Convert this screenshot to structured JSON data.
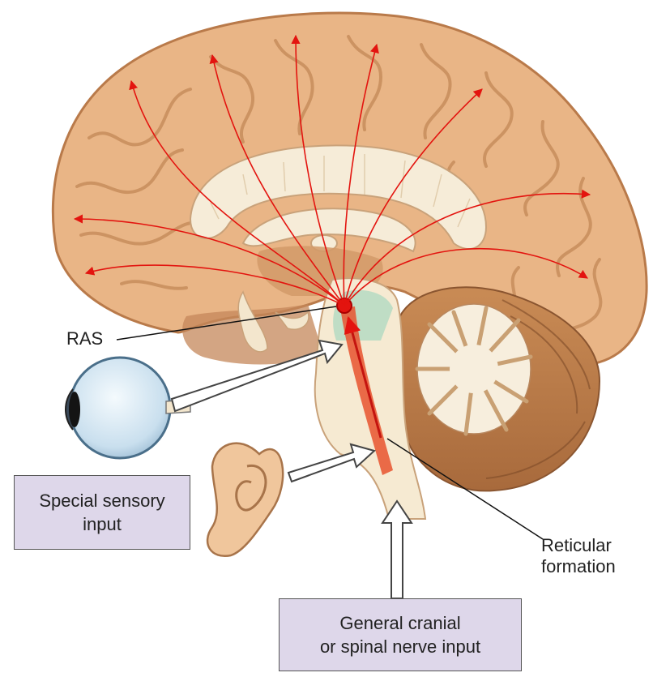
{
  "labels": {
    "ras": "RAS",
    "reticular_line1": "Reticular",
    "reticular_line2": "formation",
    "sensory_line1": "Special sensory",
    "sensory_line2": "input",
    "cranial_line1": "General cranial",
    "cranial_line2": "or spinal nerve input"
  },
  "colors": {
    "cortex": "#e9b586",
    "cortex_dark": "#b97a4a",
    "corpus_callosum": "#f6ecd8",
    "brainstem": "#f6ead2",
    "projection_arrow": "#e3140f",
    "reticular": "#e8532f",
    "box_fill": "#ded7ea"
  }
}
